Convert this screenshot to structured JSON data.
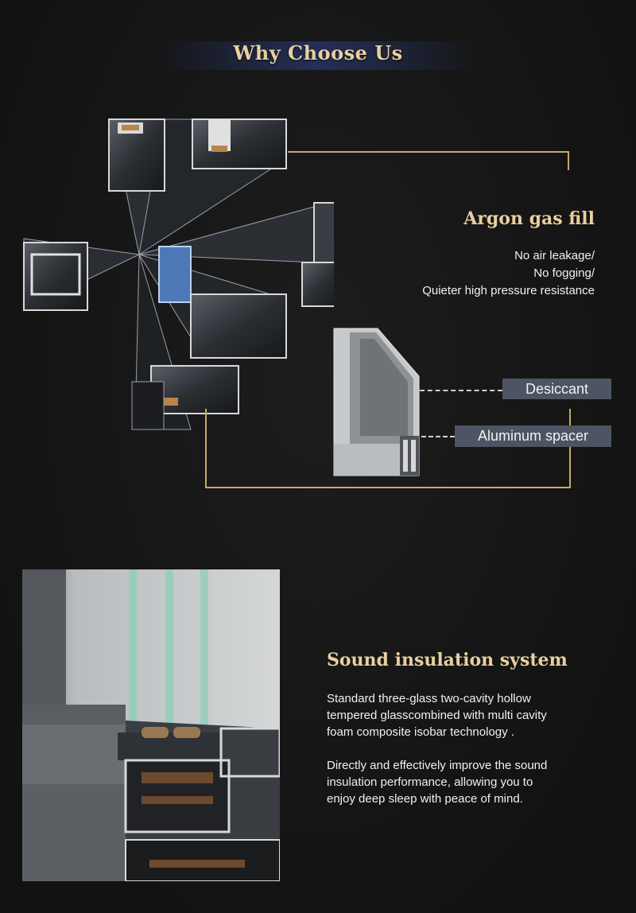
{
  "header": {
    "title": "Why Choose Us"
  },
  "argon": {
    "heading": "Argon gas fill",
    "lines": [
      "No air leakage/",
      "No fogging/",
      "Quieter high pressure resistance"
    ]
  },
  "labels": {
    "desiccant": "Desiccant",
    "spacer": "Aluminum spacer"
  },
  "sound": {
    "heading": "Sound insulation system",
    "para1": [
      "Standard three-glass two-cavity hollow",
      "tempered glasscombined with multi cavity",
      "foam composite isobar technology ."
    ],
    "para2": [
      "Directly and effectively improve the sound",
      "insulation performance, allowing you to",
      "enjoy deep sleep with peace of mind."
    ]
  },
  "colors": {
    "gold": "#c9a86a",
    "title_gold": "#e9cfa0",
    "label_bg": "#4d5463"
  }
}
